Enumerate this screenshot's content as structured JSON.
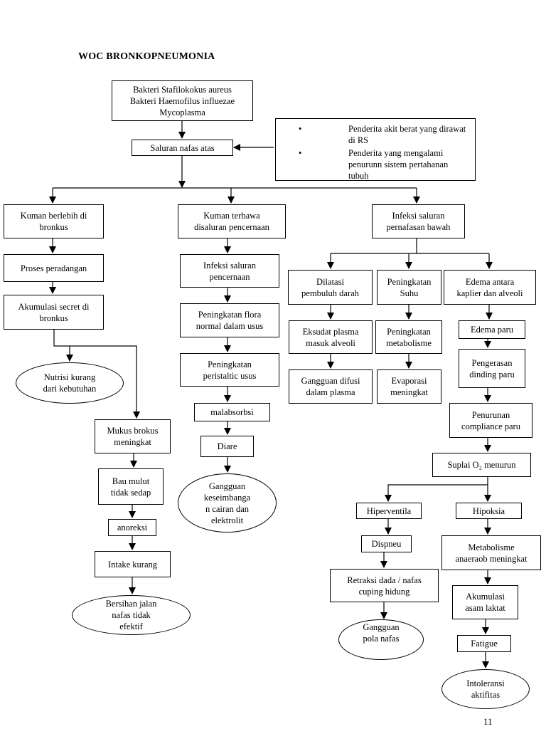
{
  "title": "WOC BRONKOPNEUMONIA",
  "page_number": "11",
  "notes": [
    {
      "bullet": "•",
      "text": "Penderita akit berat yang dirawat di RS"
    },
    {
      "bullet": "•",
      "text": "Penderita yang mengalami penurunn sistem pertahanan tubuh"
    }
  ],
  "nodes": {
    "cause_1": "Bakteri Stafilokokus aureus",
    "cause_2": "Bakteri Haemofilus influezae",
    "cause_3": "Mycoplasma",
    "saluran_atas": "Saluran nafas atas",
    "kuman_bronkus_1": "Kuman berlebih di",
    "kuman_bronkus_2": "bronkus",
    "proses_peradangan": "Proses peradangan",
    "akumulasi_secret_1": "Akumulasi secret di",
    "akumulasi_secret_2": "bronkus",
    "nutrisi_1": "Nutrisi kurang",
    "nutrisi_2": "dari kebutuhan",
    "mukus_1": "Mukus brokus",
    "mukus_2": "meningkat",
    "bau_mulut_1": "Bau mulut",
    "bau_mulut_2": "tidak sedap",
    "anoreksi": "anoreksi",
    "intake_kurang": "Intake kurang",
    "bersihan_1": "Bersihan jalan",
    "bersihan_2": "nafas tidak",
    "bersihan_3": "efektif",
    "kuman_cerna_1": "Kuman terbawa",
    "kuman_cerna_2": "disaluran pencernaan",
    "infeksi_cerna_1": "Infeksi saluran",
    "infeksi_cerna_2": "pencernaan",
    "flora_1": "Peningkatan flora",
    "flora_2": "normal dalam usus",
    "peristaltik_1": "Peningkatan",
    "peristaltik_2": "peristaltic usus",
    "malabsorbsi": "malabsorbsi",
    "diare": "Diare",
    "keseimbangan_1": "Gangguan",
    "keseimbangan_2": "keseimbanga",
    "keseimbangan_3": "n cairan dan",
    "keseimbangan_4": "elektrolit",
    "infeksi_bawah_1": "Infeksi saluran",
    "infeksi_bawah_2": "pernafasan bawah",
    "dilatasi_1": "Dilatasi",
    "dilatasi_2": "pembuluh darah",
    "suhu_1": "Peningkatan",
    "suhu_2": "Suhu",
    "edema_alveoli_1": "Edema antara",
    "edema_alveoli_2": "kaplier dan alveoli",
    "eksudat_1": "Eksudat plasma",
    "eksudat_2": "masuk alveoli",
    "metabolisme_1": "Peningkatan",
    "metabolisme_2": "metabolisme",
    "edema_paru": "Edema paru",
    "difusi_1": "Gangguan difusi",
    "difusi_2": "dalam plasma",
    "evaporasi_1": "Evaporasi",
    "evaporasi_2": "meningkat",
    "pengerasan_1": "Pengerasan",
    "pengerasan_2": "dinding paru",
    "compliance_1": "Penurunan",
    "compliance_2": "compliance paru",
    "suplai_o2": "Suplai O₂ menurun",
    "hiperventila": "Hiperventila",
    "hipoksia": "Hipoksia",
    "dispneu": "Dispneu",
    "anaerob_1": "Metabolisme",
    "anaerob_2": "anaeraob meningkat",
    "retraksi_1": "Retraksi dada / nafas",
    "retraksi_2": "cuping hidung",
    "laktat_1": "Akumulasi",
    "laktat_2": "asam laktat",
    "pola_1": "Gangguan",
    "pola_2": "pola nafas",
    "fatigue": "Fatigue",
    "intoleransi_1": "Intoleransi",
    "intoleransi_2": "aktifitas"
  }
}
